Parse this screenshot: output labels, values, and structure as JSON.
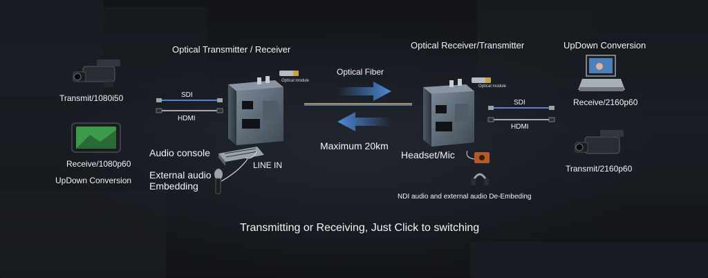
{
  "labels": {
    "optical_tx_rx": "Optical Transmitter / Receiver",
    "optical_rx_tx": "Optical Receiver/Transmitter",
    "updown_right": "UpDown Conversion",
    "updown_left": "UpDown Conversion",
    "transmit_1080i50": "Transmit/1080i50",
    "receive_1080p60": "Receive/1080p60",
    "receive_2160p60": "Receive/2160p60",
    "transmit_2160p60": "Transmit/2160p60",
    "sdi_left": "SDI",
    "hdmi_left": "HDMI",
    "sdi_right": "SDI",
    "hdmi_right": "HDMI",
    "optical_module_left": "Optical module",
    "optical_module_right": "Optical module",
    "optical_fiber": "Optical Fiber",
    "maximum": "Maximum 20km",
    "audio_console": "Audio console",
    "line_in": "LINE IN",
    "external_audio_1": "External audio",
    "external_audio_2": "Embedding",
    "headset_mic": "Headset/Mic",
    "ndi_audio": "NDI audio and external audio De-Embeding",
    "footer": "Transmitting or Receiving,  Just Click to switching"
  },
  "colors": {
    "accent_blue": "#4f8fe0",
    "cable_blue": "#6aa8ff",
    "device_body": "#5b6a79",
    "text": "#f2f4f7"
  },
  "icons": [
    "camcorder-icon",
    "monitor-icon",
    "mixer-icon",
    "microphone-icon",
    "headset-icon",
    "speaker-icon",
    "optical-module-icon",
    "tv-monitor-icon"
  ]
}
